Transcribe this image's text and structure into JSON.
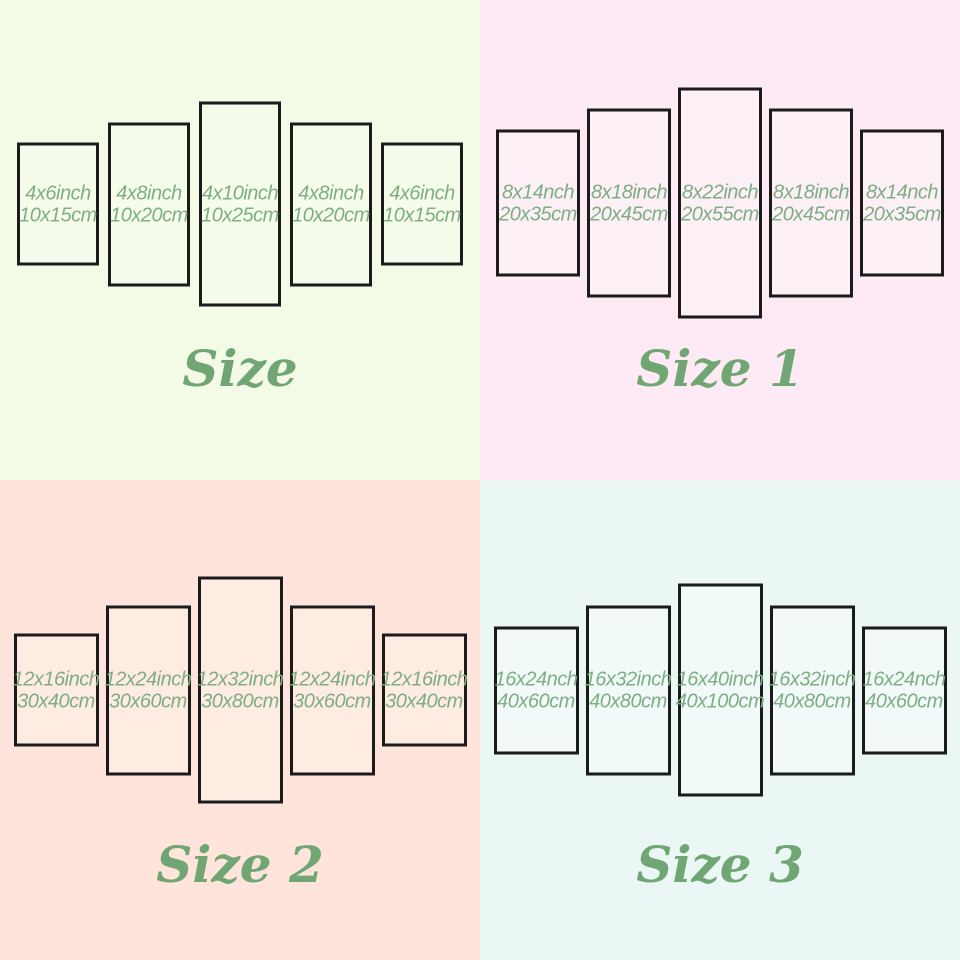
{
  "title": "5-panel canvas wall art size chart",
  "colors": {
    "panel_text": "#7EAE84",
    "label_text": "#70A673",
    "panel_border": "#1B1B1B"
  },
  "quadrants": [
    {
      "label": "Size",
      "bg": "#F3FBE6",
      "panel_bg": "#F6FCEC",
      "panels": [
        {
          "inch": "4x6inch",
          "cm": "10x15cm"
        },
        {
          "inch": "4x8inch",
          "cm": "10x20cm"
        },
        {
          "inch": "4x10inch",
          "cm": "10x25cm"
        },
        {
          "inch": "4x8inch",
          "cm": "10x20cm"
        },
        {
          "inch": "4x6inch",
          "cm": "10x15cm"
        }
      ]
    },
    {
      "label": "Size 1",
      "bg": "#FDEAF4",
      "panel_bg": "#FDEFF6",
      "panels": [
        {
          "inch": "8x14nch",
          "cm": "20x35cm"
        },
        {
          "inch": "8x18inch",
          "cm": "20x45cm"
        },
        {
          "inch": "8x22inch",
          "cm": "20x55cm"
        },
        {
          "inch": "8x18inch",
          "cm": "20x45cm"
        },
        {
          "inch": "8x14nch",
          "cm": "20x35cm"
        }
      ]
    },
    {
      "label": "Size 2",
      "bg": "#FEE4DA",
      "panel_bg": "#FEEBE2",
      "panels": [
        {
          "inch": "12x16inch",
          "cm": "30x40cm"
        },
        {
          "inch": "12x24inch",
          "cm": "30x60cm"
        },
        {
          "inch": "12x32inch",
          "cm": "30x80cm"
        },
        {
          "inch": "12x24inch",
          "cm": "30x60cm"
        },
        {
          "inch": "12x16inch",
          "cm": "30x40cm"
        }
      ]
    },
    {
      "label": "Size 3",
      "bg": "#EBF7F5",
      "panel_bg": "#F1FAF8",
      "panels": [
        {
          "inch": "16x24nch",
          "cm": "40x60cm"
        },
        {
          "inch": "16x32inch",
          "cm": "40x80cm"
        },
        {
          "inch": "16x40inch",
          "cm": "40x100cm"
        },
        {
          "inch": "16x32inch",
          "cm": "40x80cm"
        },
        {
          "inch": "16x24nch",
          "cm": "40x60cm"
        }
      ]
    }
  ]
}
